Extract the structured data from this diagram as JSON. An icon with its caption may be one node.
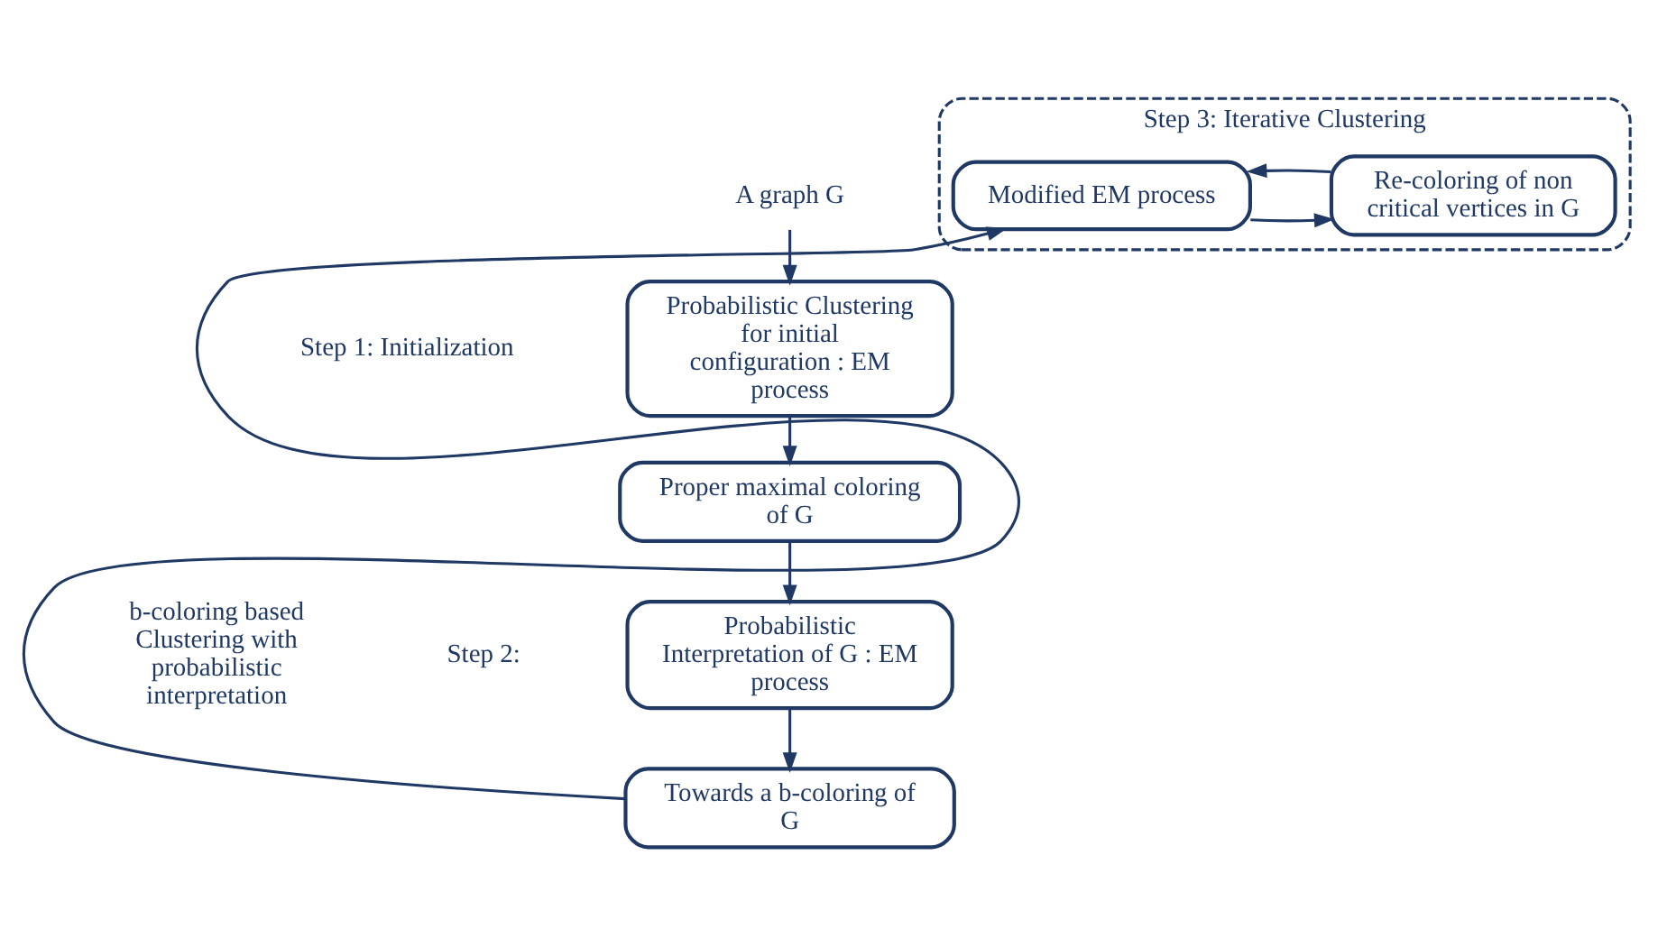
{
  "diagram": {
    "nodes": [
      {
        "text": [
          "A graph G"
        ]
      },
      {
        "text": [
          "Probabilistic Clustering for initial configuration : EM process"
        ]
      },
      {
        "text": [
          "Proper maximal coloring of G"
        ]
      },
      {
        "text": [
          "Probabilistic Interpretation of G : EM process"
        ]
      },
      {
        "text": [
          "Towards a b-coloring of G"
        ]
      },
      {
        "text": [
          "Step 3: Iterative Clustering"
        ]
      },
      {
        "text": [
          "Re-coloring of non critical vertices in G"
        ],
        "in": 5
      },
      {
        "text": [
          "Modified EM process"
        ],
        "in": 5
      }
    ],
    "edges": [
      {
        "from": 0,
        "to": 1,
        "arrow": "to"
      },
      {
        "from": 1,
        "to": 2,
        "arrow": "to"
      },
      {
        "from": 2,
        "to": 3,
        "arrow": "to"
      },
      {
        "from": 3,
        "to": 4,
        "arrow": "to"
      },
      {
        "from": 4,
        "to": 7,
        "arrow": "to"
      },
      {
        "from": 7,
        "to": 6,
        "arrow": "to"
      },
      {
        "from": 6,
        "to": 7,
        "arrow": "to"
      }
    ],
    "labels": [
      "Step 1: Initialization",
      "b-coloring based Clustering with probabilistic interpretation",
      "Step 2:"
    ]
  }
}
